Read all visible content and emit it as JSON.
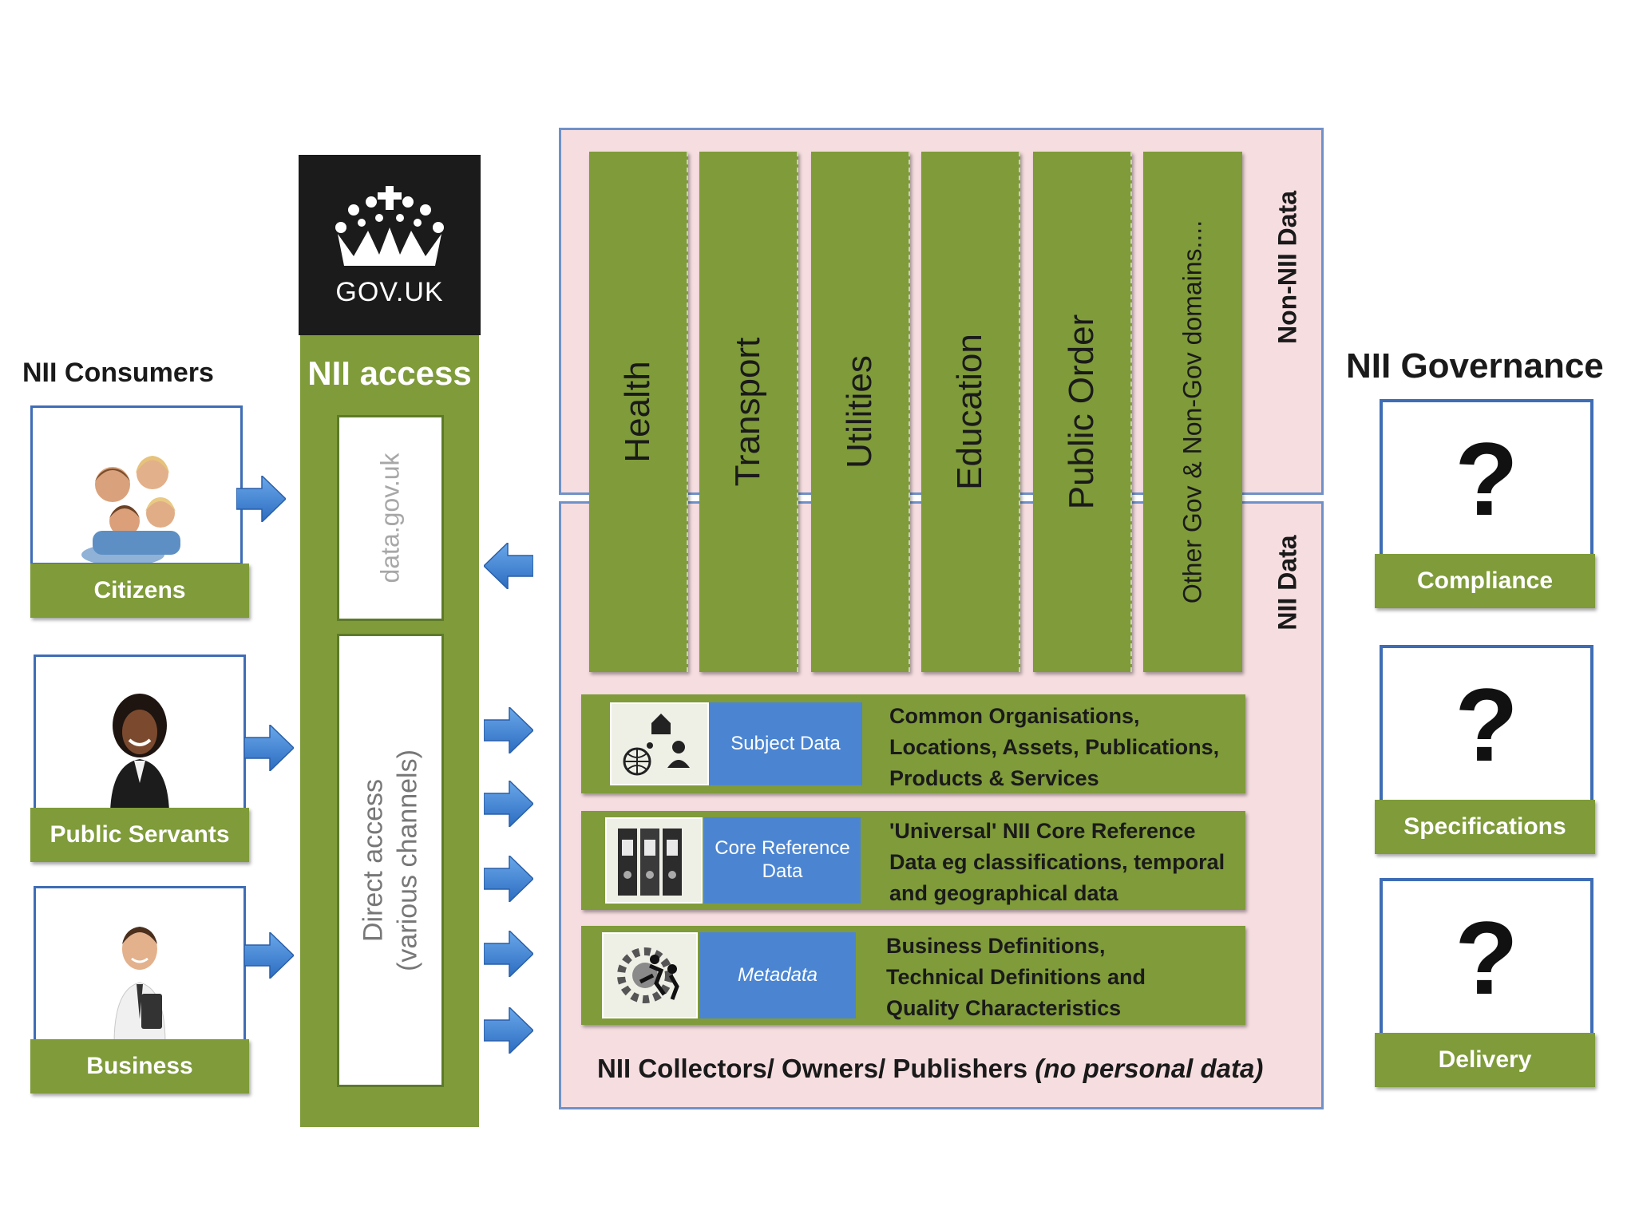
{
  "consumers": {
    "heading": "NII Consumers",
    "items": [
      {
        "label": "Citizens"
      },
      {
        "label": "Public Servants"
      },
      {
        "label": "Business"
      }
    ]
  },
  "access": {
    "logo_text": "GOV.UK",
    "title": "NII access",
    "slot1": "data.gov.uk",
    "slot2_line1": "Direct access",
    "slot2_line2": "(various channels)"
  },
  "domains": {
    "columns": [
      "Health",
      "Transport",
      "Utilities",
      "Education",
      "Public Order",
      "Other Gov & Non-Gov domains...."
    ],
    "non_nii_label": "Non-NII Data",
    "nii_label": "NII Data"
  },
  "data_rows": [
    {
      "box": "Subject  Data",
      "desc": [
        "Common Organisations,",
        "Locations, Assets, Publications,",
        "Products & Services"
      ]
    },
    {
      "box_line1": "Core Reference",
      "box_line2": "Data",
      "desc": [
        "'Universal' NII Core Reference",
        "Data eg classifications, temporal",
        "and geographical data"
      ]
    },
    {
      "box": "Metadata",
      "desc": [
        "Business Definitions,",
        "Technical Definitions and",
        "Quality Characteristics"
      ]
    }
  ],
  "collectors": {
    "main": "NII Collectors/ Owners/ Publishers ",
    "italic": "(no personal data)"
  },
  "governance": {
    "heading": "NII Governance",
    "items": [
      {
        "mark": "?",
        "label": "Compliance"
      },
      {
        "mark": "?",
        "label": "Specifications"
      },
      {
        "mark": "?",
        "label": "Delivery"
      }
    ]
  },
  "colors": {
    "green": "#7f9b3a",
    "blue_border": "#3f6db5",
    "pink": "#f6dde0",
    "arrow_blue": "#3d7fd0",
    "blue_box": "#4b85d2",
    "logo_black": "#1b1b1b"
  }
}
